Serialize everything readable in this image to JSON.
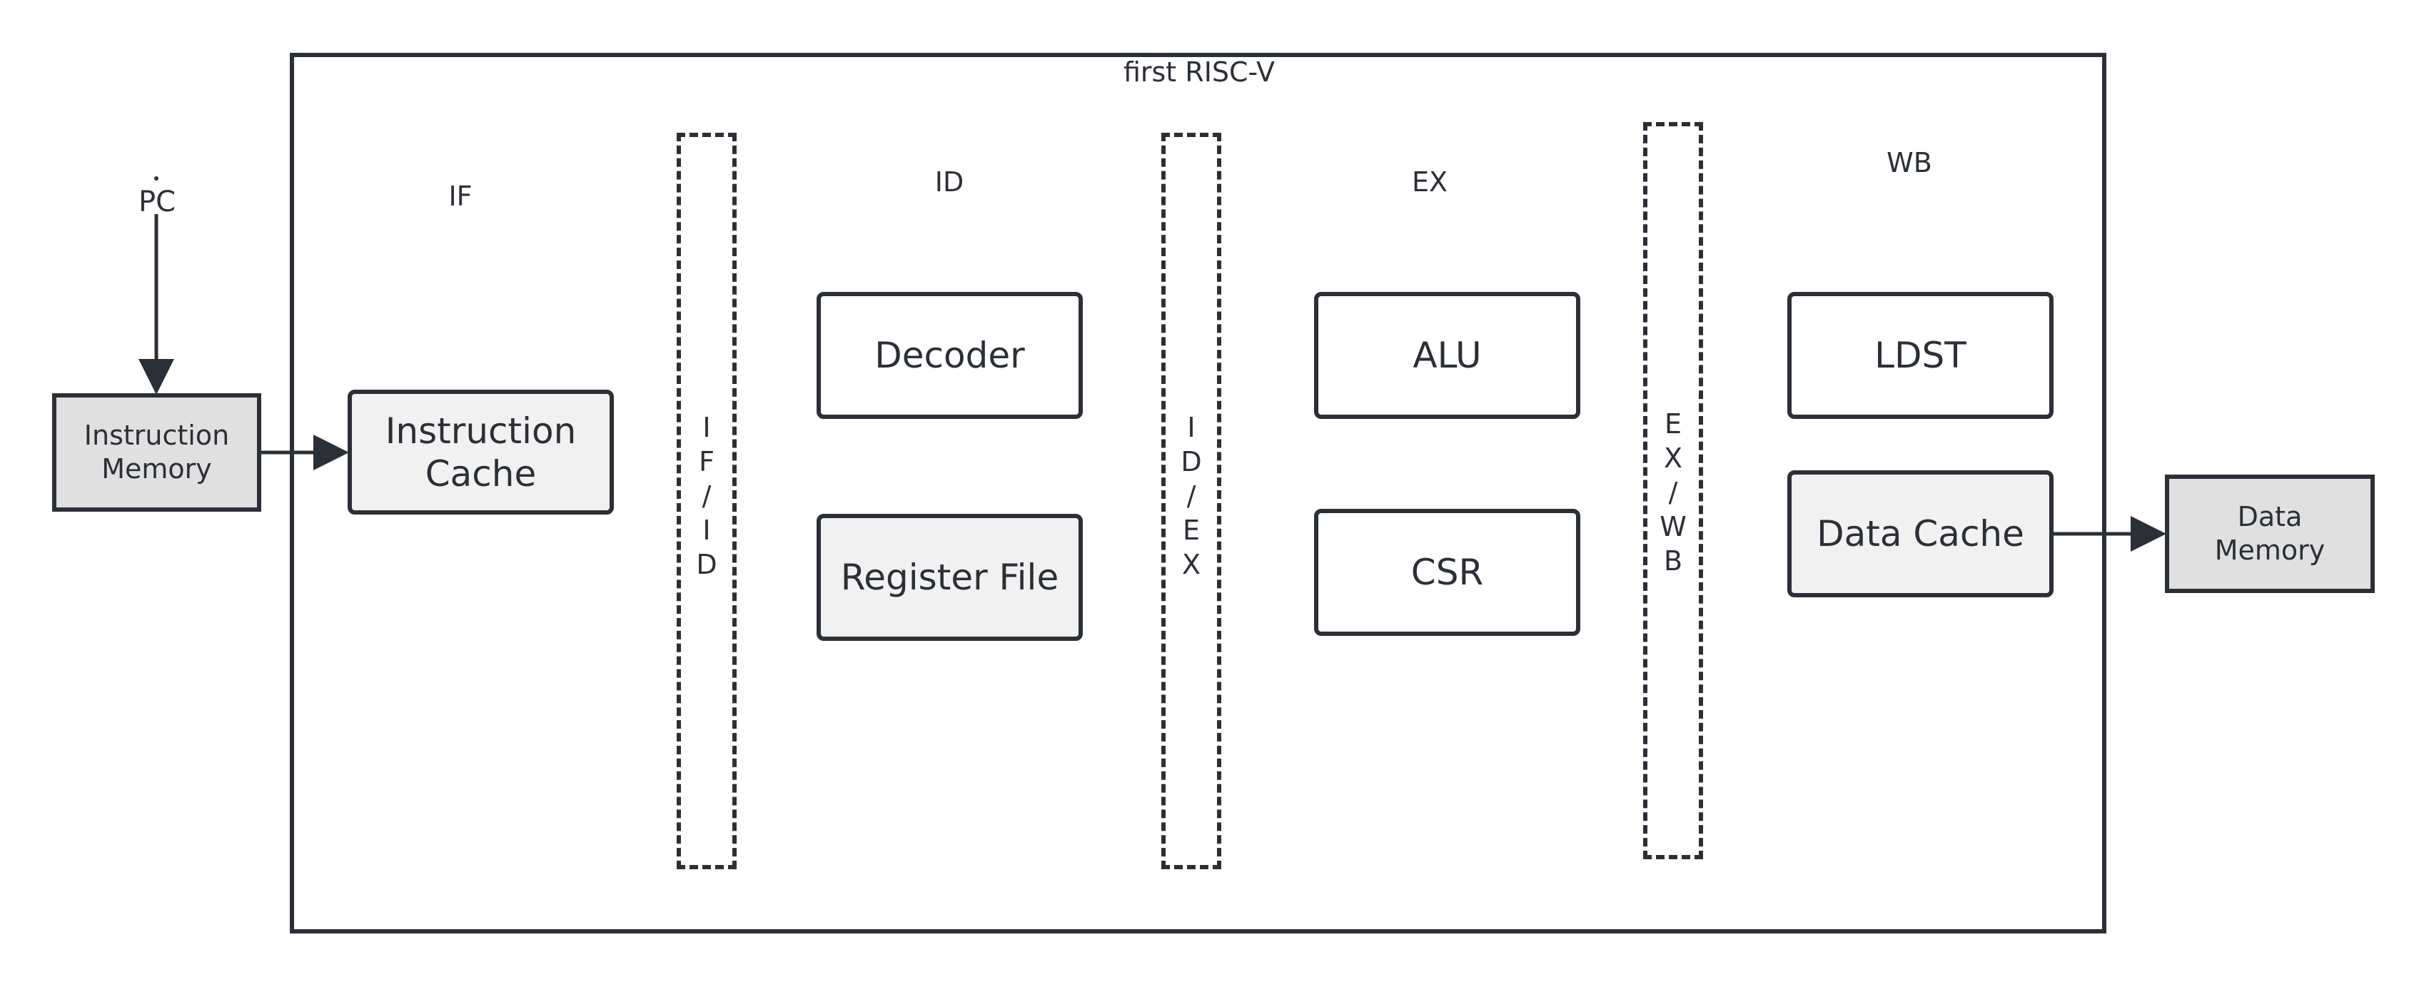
{
  "diagram": {
    "title": "first RISC-V",
    "stages": {
      "if": "IF",
      "id": "ID",
      "ex": "EX",
      "wb": "WB"
    },
    "pc_label": "PC",
    "instruction_memory": {
      "line1": "Instruction",
      "line2": "Memory"
    },
    "instruction_cache": {
      "line1": "Instruction",
      "line2": "Cache"
    },
    "decoder": "Decoder",
    "register_file": "Register File",
    "alu": "ALU",
    "csr": "CSR",
    "ldst": "LDST",
    "data_cache": "Data Cache",
    "data_memory": {
      "line1": "Data",
      "line2": "Memory"
    },
    "latches": {
      "if_id": [
        "I",
        "F",
        "/",
        "I",
        "D"
      ],
      "id_ex": [
        "I",
        "D",
        "/",
        "E",
        "X"
      ],
      "ex_wb": [
        "E",
        "X",
        "/",
        "W",
        "B"
      ]
    },
    "colors": {
      "stroke": "#2b2f36",
      "memory_fill": "#e0e0e0",
      "cache_fill": "#f1f1f1"
    }
  }
}
